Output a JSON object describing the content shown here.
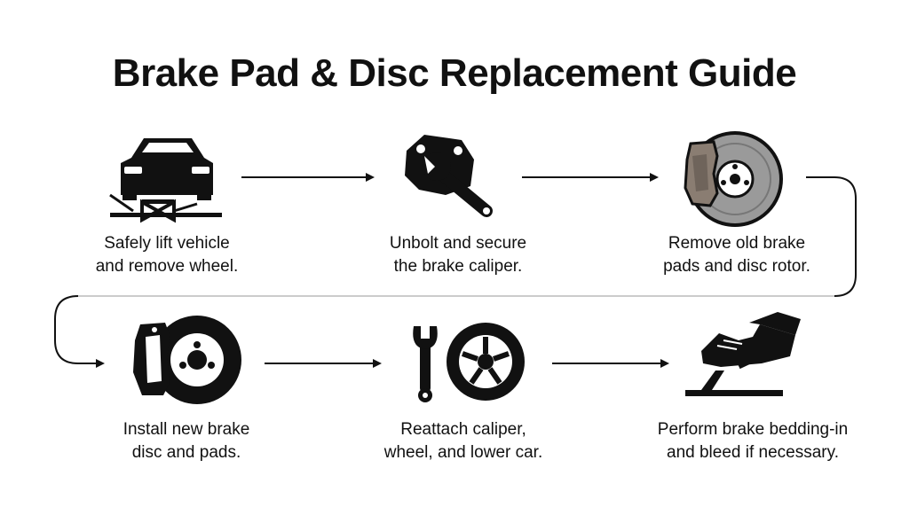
{
  "title": "Brake Pad & Disc Replacement Guide",
  "steps": [
    {
      "caption": "Safely lift vehicle\nand remove wheel.",
      "icon": "car-on-jack-icon"
    },
    {
      "caption": "Unbolt and secure\n the brake caliper.",
      "icon": "caliper-wrench-icon"
    },
    {
      "caption": "Remove old brake\npads and disc rotor.",
      "icon": "old-pads-rotor-icon"
    },
    {
      "caption": "Install new brake\n disc and pads.",
      "icon": "new-pads-disc-icon"
    },
    {
      "caption": "Reattach caliper,\nwheel, and lower car.",
      "icon": "wrench-wheel-icon"
    },
    {
      "caption": "Perform brake bedding-in\nand bleed if necessary.",
      "icon": "foot-pedal-icon"
    }
  ],
  "colors": {
    "ink": "#111111",
    "old_pad": "#8a7d72",
    "old_rotor": "#9a9a9a",
    "connector": "#cccccc"
  }
}
